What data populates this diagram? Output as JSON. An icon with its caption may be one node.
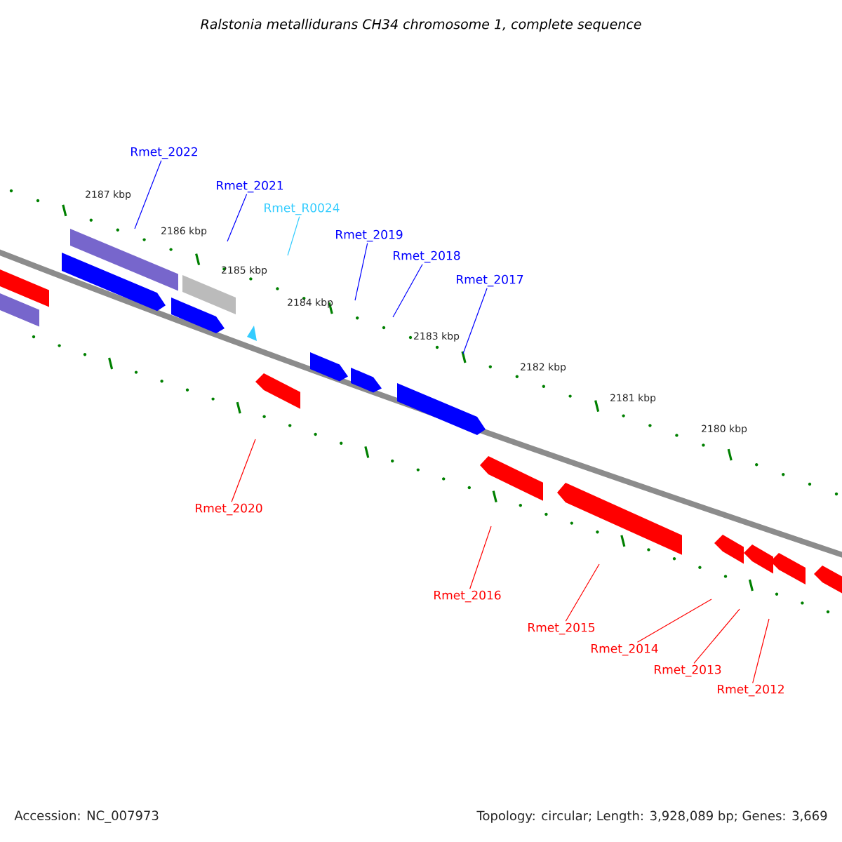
{
  "diagram": {
    "title": "Ralstonia metallidurans CH34 chromosome 1, complete sequence",
    "nodes": [
      {
        "text": [
          "Rmet_2022"
        ]
      },
      {
        "text": [
          "Rmet_2021"
        ]
      },
      {
        "text": [
          "Rmet_R0024"
        ]
      },
      {
        "text": [
          "Rmet_2019"
        ]
      },
      {
        "text": [
          "Rmet_2018"
        ]
      },
      {
        "text": [
          "Rmet_2017"
        ]
      },
      {
        "text": [
          "Rmet_2020"
        ]
      },
      {
        "text": [
          "Rmet_2016"
        ]
      },
      {
        "text": [
          "Rmet_2015"
        ]
      },
      {
        "text": [
          "Rmet_2014"
        ]
      },
      {
        "text": [
          "Rmet_2013"
        ]
      },
      {
        "text": [
          "Rmet_2012"
        ]
      }
    ],
    "edges": [
      {
        "from": 0,
        "to": null,
        "arrow": "none",
        "color": "#0000ff"
      },
      {
        "from": 1,
        "to": null,
        "arrow": "none",
        "color": "#0000ff"
      },
      {
        "from": 2,
        "to": null,
        "arrow": "none",
        "color": "#33ccff"
      },
      {
        "from": 3,
        "to": null,
        "arrow": "none",
        "color": "#0000ff"
      },
      {
        "from": 4,
        "to": null,
        "arrow": "none",
        "color": "#0000ff"
      },
      {
        "from": 5,
        "to": null,
        "arrow": "none",
        "color": "#0000ff"
      },
      {
        "from": 6,
        "to": null,
        "arrow": "none"
      },
      {
        "from": 7,
        "to": null,
        "arrow": "none"
      },
      {
        "from": 8,
        "to": null,
        "arrow": "none"
      },
      {
        "from": 9,
        "to": null,
        "arrow": "none"
      },
      {
        "from": 10,
        "to": null,
        "arrow": "none"
      },
      {
        "from": 11,
        "to": null,
        "arrow": "none"
      }
    ],
    "labels": [
      "2187 kbp",
      "2186 kbp",
      "2185 kbp",
      "2184 kbp",
      "2183 kbp",
      "2182 kbp",
      "2181 kbp",
      "2180 kbp",
      "Accession: NC_007973",
      "Topology: circular; Length: 3,928,089 bp; Genes: 3,669"
    ]
  }
}
